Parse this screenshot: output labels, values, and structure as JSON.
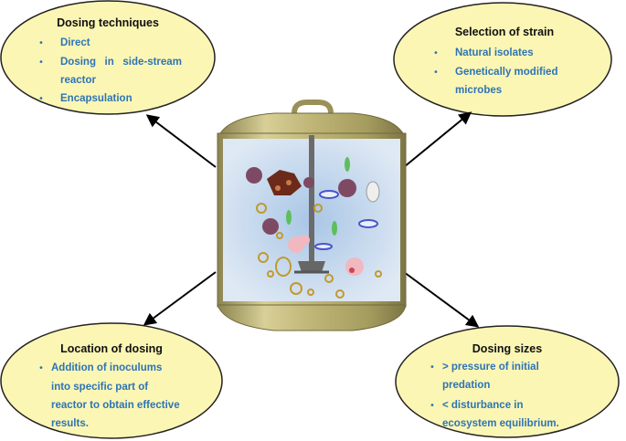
{
  "colors": {
    "oval_fill": "#fbf6b4",
    "oval_stroke": "#222222",
    "text_blue": "#2e74b5",
    "vessel_metal": "#b9ae6f",
    "vessel_liquid": "#c9dcef"
  },
  "top_left": {
    "title": "Dosing techniques",
    "items": [
      "Direct",
      "Dosing   in   side-stream",
      "reactor",
      "Encapsulation"
    ]
  },
  "top_right": {
    "title": "Selection of strain",
    "items": [
      "Natural isolates",
      "Genetically modified",
      "microbes"
    ]
  },
  "bottom_left": {
    "title": "Location of dosing",
    "items": [
      "Addition of inoculums",
      "into specific part of",
      "reactor to obtain effective",
      "results."
    ]
  },
  "bottom_right": {
    "title": "Dosing sizes",
    "items": [
      "> pressure of initial",
      "predation",
      "< disturbance in",
      "ecosystem equilibrium."
    ]
  },
  "center": {
    "icon": "bioreactor-vessel-icon"
  }
}
